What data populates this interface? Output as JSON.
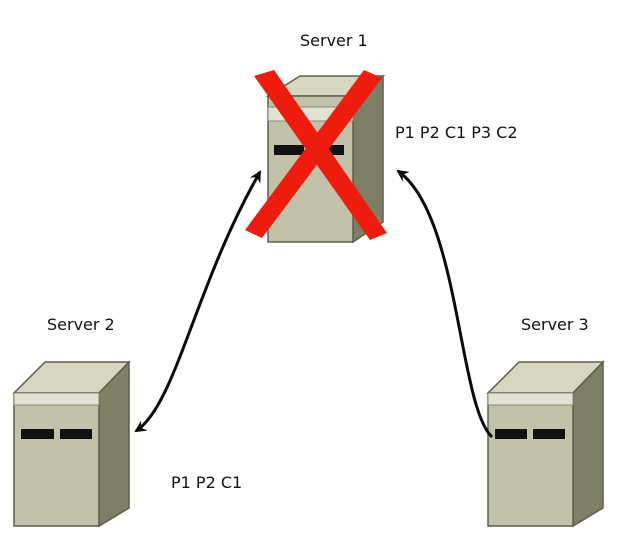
{
  "servers": [
    {
      "label": "Server 1",
      "status": "failed",
      "data": "P1 P2 C1 P3 C2"
    },
    {
      "label": "Server 2",
      "status": "up",
      "data": "P1 P2 C1"
    },
    {
      "label": "Server 3",
      "status": "up",
      "data": ""
    }
  ],
  "links": [
    {
      "from": "Server 2",
      "to": "Server 1",
      "direction": "both"
    },
    {
      "from": "Server 3",
      "to": "Server 1",
      "direction": "one-way"
    }
  ],
  "colors": {
    "server_front": "#c2c2ab",
    "server_top": "#d6d6c1",
    "server_side": "#7f7f66",
    "server_band": "#e2e2d3",
    "server_outline": "#5e5e4e",
    "drive_slot": "#111111",
    "failure_mark": "#ee1c0c",
    "arrow": "#0b0b0b"
  }
}
